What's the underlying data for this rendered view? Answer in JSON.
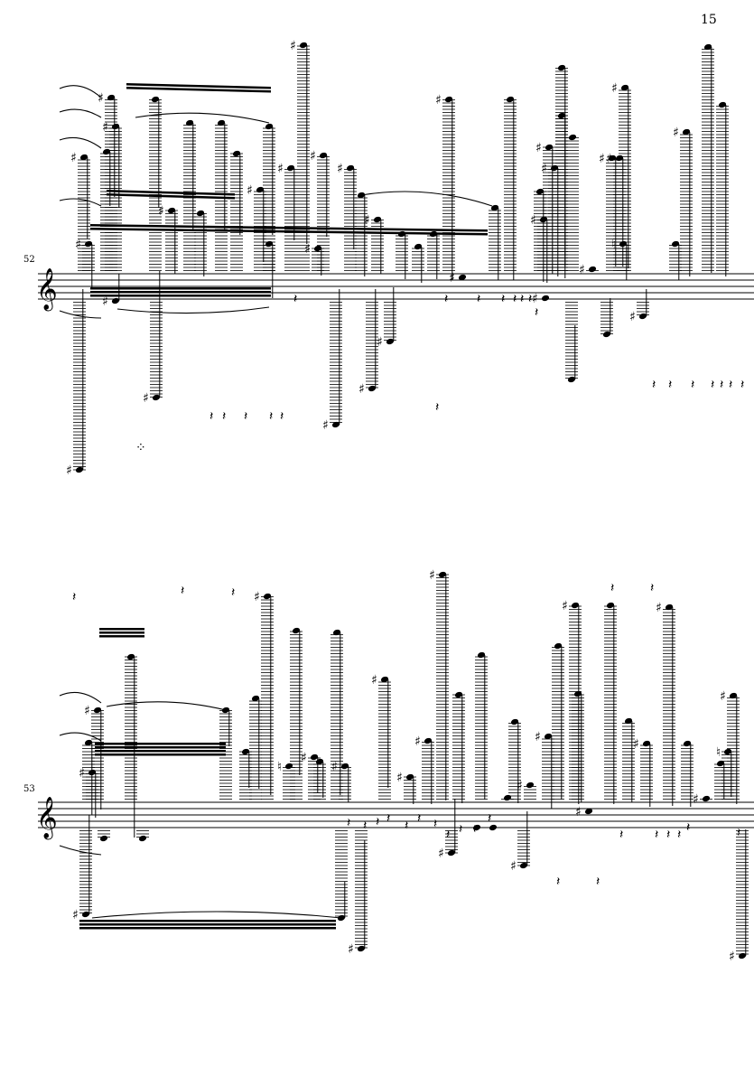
{
  "page": {
    "number": "15"
  },
  "systems": [
    {
      "measure": "52",
      "clef": "treble-clef"
    },
    {
      "measure": "53",
      "clef": "treble-clef"
    }
  ],
  "glyphs": {
    "sharp": "♯",
    "natural": "♮",
    "quarter_rest": "𝄽",
    "eighth_rest": "𝄾",
    "treble_clef": "𝄞"
  }
}
